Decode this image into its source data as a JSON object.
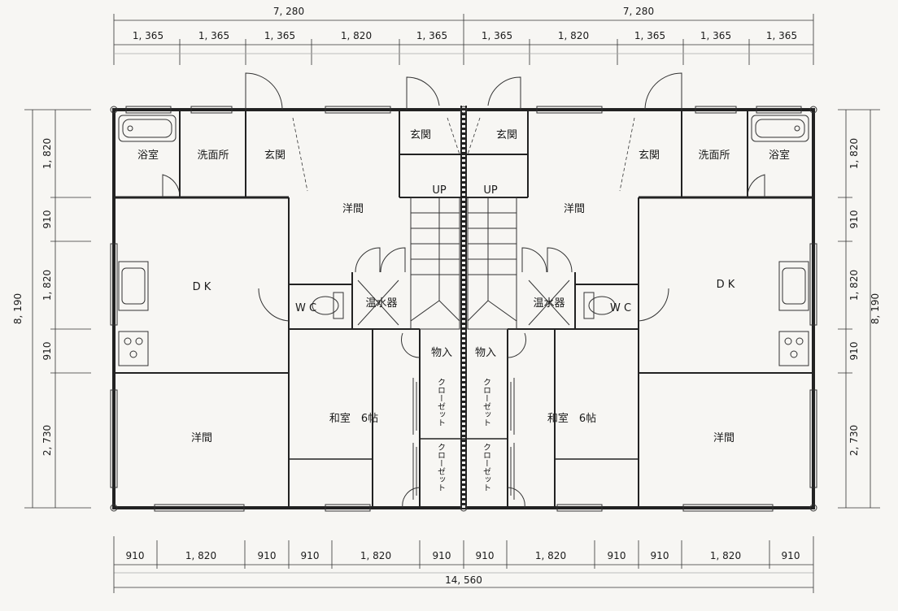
{
  "dims": {
    "top_overall": [
      "7, 280",
      "7, 280"
    ],
    "top_segments": [
      "1, 365",
      "1, 365",
      "1, 365",
      "1, 820",
      "1, 365",
      "1, 365",
      "1, 820",
      "1, 365",
      "1, 365",
      "1, 365"
    ],
    "bottom_segments": [
      "910",
      "1, 820",
      "910",
      "910",
      "1, 820",
      "910",
      "910",
      "1, 820",
      "910",
      "910",
      "1, 820",
      "910"
    ],
    "bottom_total": "14, 560",
    "left_overall": "8, 190",
    "left_segments": [
      "1, 820",
      "910",
      "1, 820",
      "910",
      "2, 730"
    ],
    "right_overall": "8, 190",
    "right_segments": [
      "1, 820",
      "910",
      "1, 820",
      "910",
      "2, 730"
    ]
  },
  "rooms": {
    "bath": "浴室",
    "washroom": "洗面所",
    "entrance": "玄関",
    "western": "洋間",
    "dk": "D K",
    "wc": "W C",
    "water_heater": "温水器",
    "storage": "物入",
    "closet": "クローゼット",
    "japanese": "和室　6帖",
    "up": "UP"
  }
}
